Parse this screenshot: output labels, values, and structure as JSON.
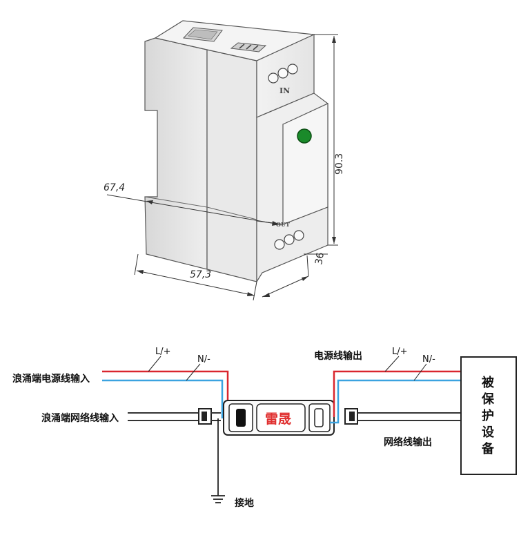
{
  "drawing": {
    "dim_depth": "67,4",
    "dim_height": "90.3",
    "dim_width": "57,3",
    "dim_thickness": "36",
    "port_in": "IN",
    "port_out": "OUT"
  },
  "wiring": {
    "lp": "L/+",
    "nm": "N/-",
    "surge_power_in": "浪涌端电源线输入",
    "surge_network_in": "浪涌端网络线输入",
    "power_out": "电源线输出",
    "lp_right": "L/+",
    "nm_right": "N/-",
    "network_out": "网络线输出",
    "ground": "接地",
    "brand": "雷晟",
    "protected_equipment": [
      "被",
      "保",
      "护",
      "设",
      "备"
    ]
  },
  "colors": {
    "live_wire": "#d9262e",
    "neutral_wire": "#3ba3e0",
    "device_face": "#ececec",
    "indicator": "#1a8a2a"
  }
}
